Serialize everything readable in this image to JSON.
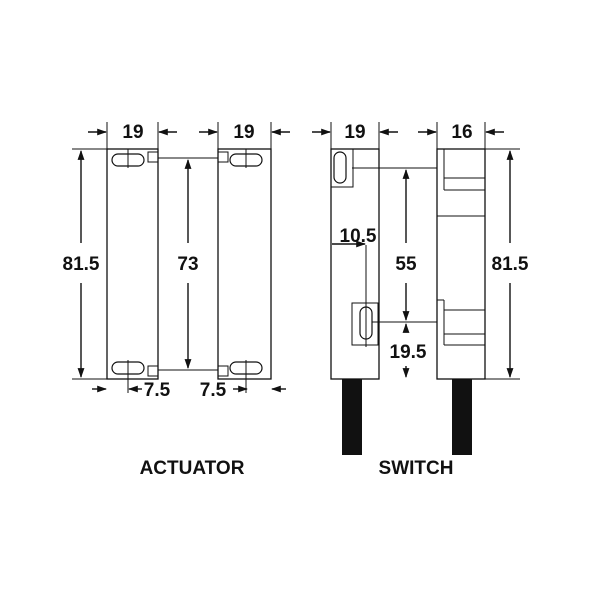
{
  "actuator": {
    "caption": "ACTUATOR",
    "dim_left_width": "19",
    "dim_right_width": "19",
    "dim_height": "81.5",
    "dim_inner_height": "73",
    "dim_left_offset": "7.5",
    "dim_right_offset": "7.5"
  },
  "switch": {
    "caption": "SWITCH",
    "dim_left_width": "19",
    "dim_right_width": "16",
    "dim_slot_offset": "10.5",
    "dim_hole_spacing": "55",
    "dim_bottom_offset": "19.5",
    "dim_height": "81.5"
  },
  "colors": {
    "line": "#111111",
    "background": "#ffffff"
  }
}
